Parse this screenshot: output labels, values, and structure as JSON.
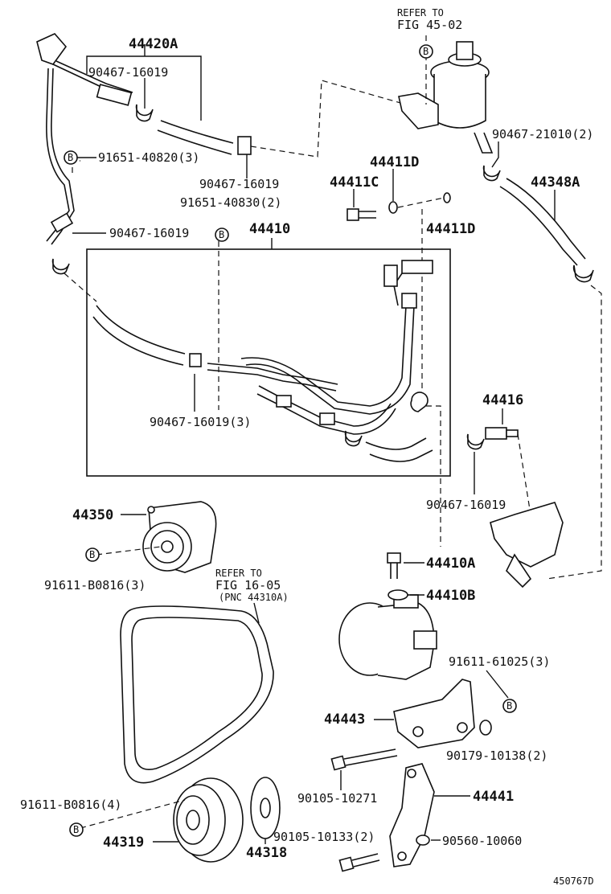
{
  "refer_top": {
    "line1": "REFER TO",
    "line2": "FIG 45-02"
  },
  "refer_mid": {
    "line1": "REFER TO",
    "line2": "FIG 16-05",
    "line3": "(PNC 44310A)"
  },
  "bmark": "B",
  "labels": {
    "p44420a": "44420A",
    "p90467_16019_a": "90467-16019",
    "p91651_40820": "91651-40820(3)",
    "p90467_16019_b": "90467-16019",
    "p91651_40830": "91651-40830(2)",
    "p90467_16019_c": "90467-16019",
    "p44410": "44410",
    "p90467_16019_3": "90467-16019(3)",
    "p90467_21010": "90467-21010(2)",
    "p44411d_a": "44411D",
    "p44411c": "44411C",
    "p44411d_b": "44411D",
    "p44348a": "44348A",
    "p44416": "44416",
    "p90467_16019_d": "90467-16019",
    "p44350": "44350",
    "p91611_b0816_3": "91611-B0816(3)",
    "p44410a": "44410A",
    "p44410b": "44410B",
    "p91611_61025": "91611-61025(3)",
    "p44443": "44443",
    "p90179_10138": "90179-10138(2)",
    "p90105_10271": "90105-10271",
    "p44441": "44441",
    "p91611_b0816_4": "91611-B0816(4)",
    "p44319": "44319",
    "p44318": "44318",
    "p90105_10133": "90105-10133(2)",
    "p90560_10060": "90560-10060"
  },
  "figure_code": "450767D"
}
